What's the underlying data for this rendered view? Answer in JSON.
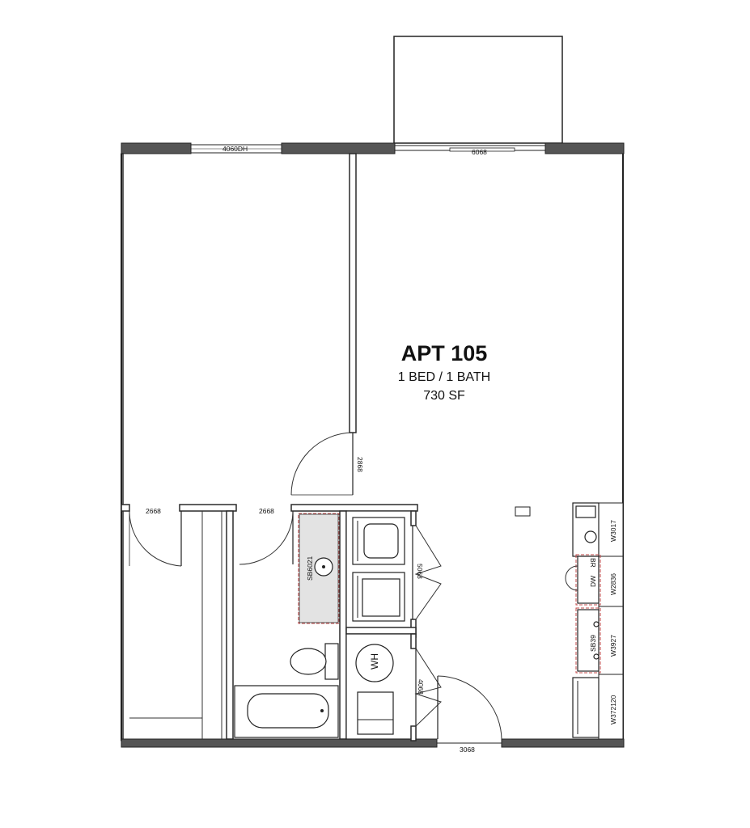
{
  "unit": {
    "name": "APT 105",
    "type": "1 BED / 1 BATH",
    "area": "730 SF"
  },
  "windows": {
    "bedroom": "4060DH",
    "living": "6068"
  },
  "doors": {
    "bedroom": "2868",
    "closet": "2668",
    "bath": "2668",
    "laundry": "5068",
    "utility": "4068",
    "entry": "3068"
  },
  "fixtures": {
    "vanity": "SB6021",
    "water_heater": "WH",
    "dishwasher": "DW",
    "range_hood_cab": "BR",
    "sink_base": "SB39"
  },
  "cabinets": {
    "upper_1": "W3017",
    "upper_2": "W2836",
    "upper_3": "W3927",
    "upper_4": "W372120"
  }
}
